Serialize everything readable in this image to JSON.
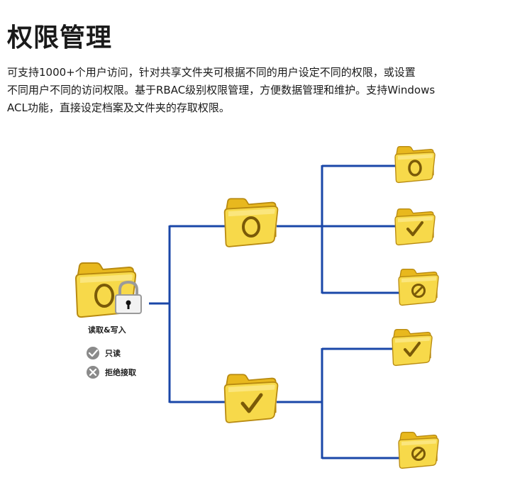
{
  "header": {
    "title": "权限管理"
  },
  "description": {
    "lines": [
      "可支持1000+个用户访问，针对共享文件夹可根据不同的用户设定不同的权限，或设置",
      "不同用户不同的访问权限。基于RBAC级别权限管理，方便数据管理和维护。支持Windows",
      "ACL功能，直接设定档案及文件夹的存取权限。"
    ]
  },
  "legend": {
    "read_write": "读取&写入",
    "read_only": "只读",
    "deny": "拒绝接取"
  },
  "colors": {
    "connector": "#1a47a8",
    "folder_body": "#f5d33a",
    "folder_back": "#e8b81e",
    "folder_outline": "#b88a10",
    "glyph": "#7a5a08",
    "legend_icon": "#8a8a8a"
  },
  "icons": {
    "root": "folder-read-write-locked-icon",
    "branch_top": "folder-read-write-icon",
    "branch_bottom": "folder-read-only-icon",
    "leaf_1": "folder-read-write-icon",
    "leaf_2": "folder-read-only-icon",
    "leaf_3": "folder-deny-icon",
    "leaf_4": "folder-read-only-icon",
    "leaf_5": "folder-deny-icon"
  }
}
